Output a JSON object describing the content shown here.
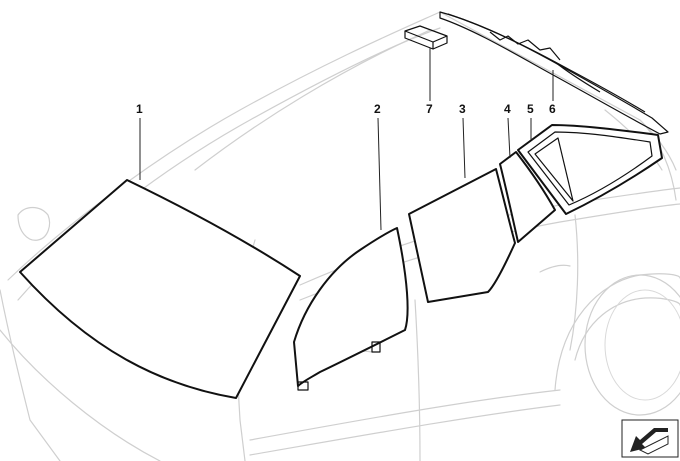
{
  "diagram": {
    "callouts": {
      "p1": "1",
      "p2": "2",
      "p3": "3",
      "p4": "4",
      "p5": "5",
      "p6": "6",
      "p7": "7"
    },
    "colors": {
      "glass_outline": "#111111",
      "car_outline": "#cfcfcf",
      "background": "#ffffff"
    },
    "icons": {
      "navigation": "arrow-down-left-icon"
    }
  }
}
